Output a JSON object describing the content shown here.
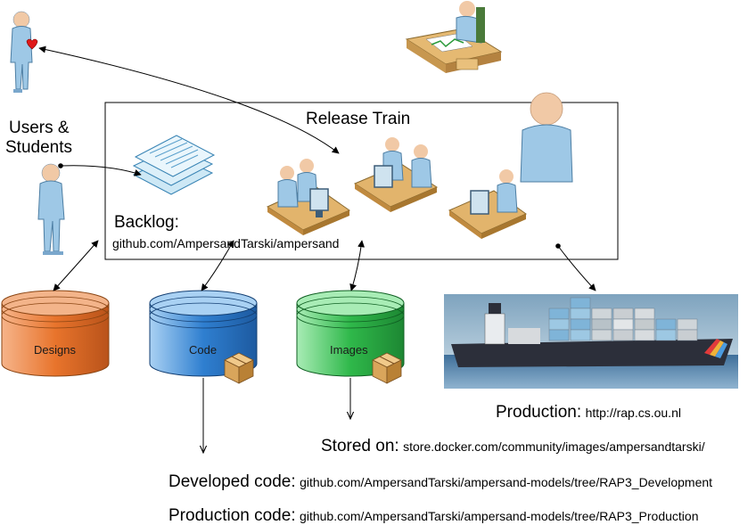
{
  "users_label_line1": "Users &",
  "users_label_line2": "Students",
  "release_train": "Release Train",
  "backlog": {
    "title": "Backlog:",
    "url": "github.com/AmpersandTarski/ampersand"
  },
  "stores": {
    "designs": "Designs",
    "code": "Code",
    "images": "Images"
  },
  "production": {
    "label": "Production:",
    "url": "http://rap.cs.ou.nl"
  },
  "stored_on": {
    "label": "Stored on:",
    "url": "store.docker.com/community/images/ampersandtarski/"
  },
  "developed_code": {
    "label": "Developed code:",
    "url": "github.com/AmpersandTarski/ampersand-models/tree/RAP3_Development"
  },
  "production_code": {
    "label": "Production code:",
    "url": "github.com/AmpersandTarski/ampersand-models/tree/RAP3_Production"
  },
  "colors": {
    "designs": "#e8742c",
    "code": "#2f7fd0",
    "images": "#2fb84a",
    "figure": "#9ec8e6",
    "desk": "#d9b26a"
  }
}
